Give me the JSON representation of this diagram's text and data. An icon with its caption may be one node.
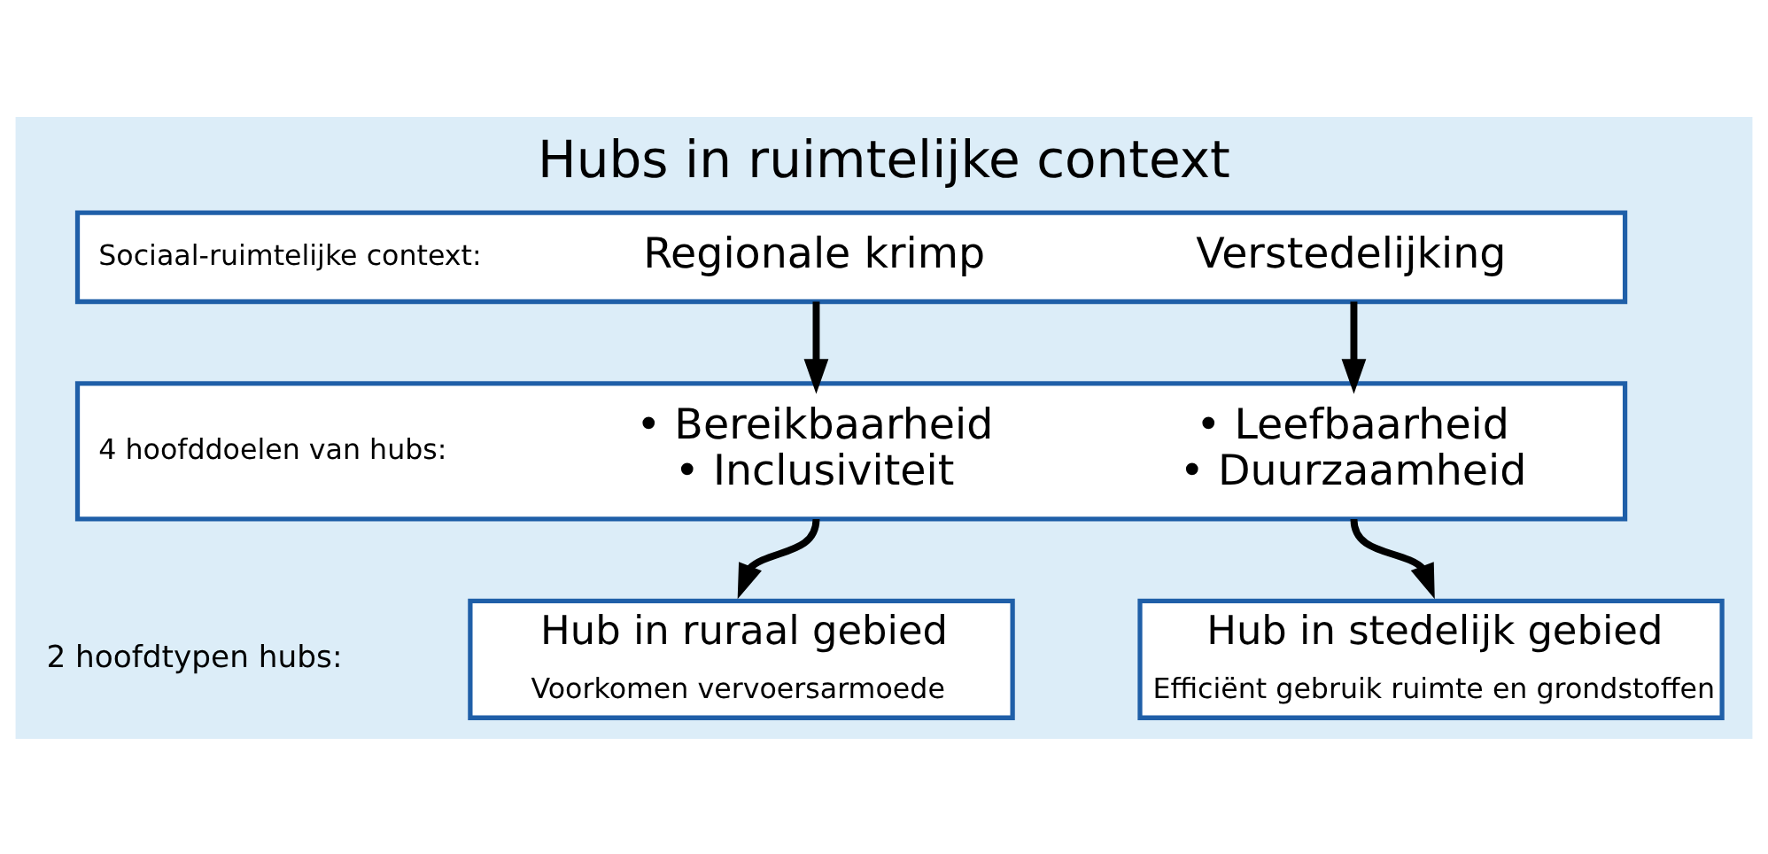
{
  "diagram": {
    "title": "Hubs in ruimtelijke context",
    "nodes": [
      {
        "text": [
          "Sociaal-ruimtelijke context:",
          "Regionale krimp",
          "Verstedelijking"
        ]
      },
      {
        "text": [
          "4 hoofddoelen van hubs:",
          "• Bereikbaarheid • Inclusiviteit",
          "• Leefbaarheid • Duurzaamheid"
        ]
      },
      {
        "text": [
          "Hub in ruraal gebied",
          "Voorkomen vervoersarmoede"
        ]
      },
      {
        "text": [
          "Hub in stedelijk gebied",
          "Efficiënt gebruik ruimte en grondstoffen"
        ]
      }
    ],
    "edges": [
      {
        "from": 0,
        "to": 1,
        "arrow": "to"
      },
      {
        "from": 0,
        "to": 1,
        "arrow": "to"
      },
      {
        "from": 1,
        "to": 2,
        "arrow": "to"
      },
      {
        "from": 1,
        "to": 3,
        "arrow": "to"
      }
    ],
    "labels": [
      "2 hoofdtypen hubs:"
    ]
  }
}
